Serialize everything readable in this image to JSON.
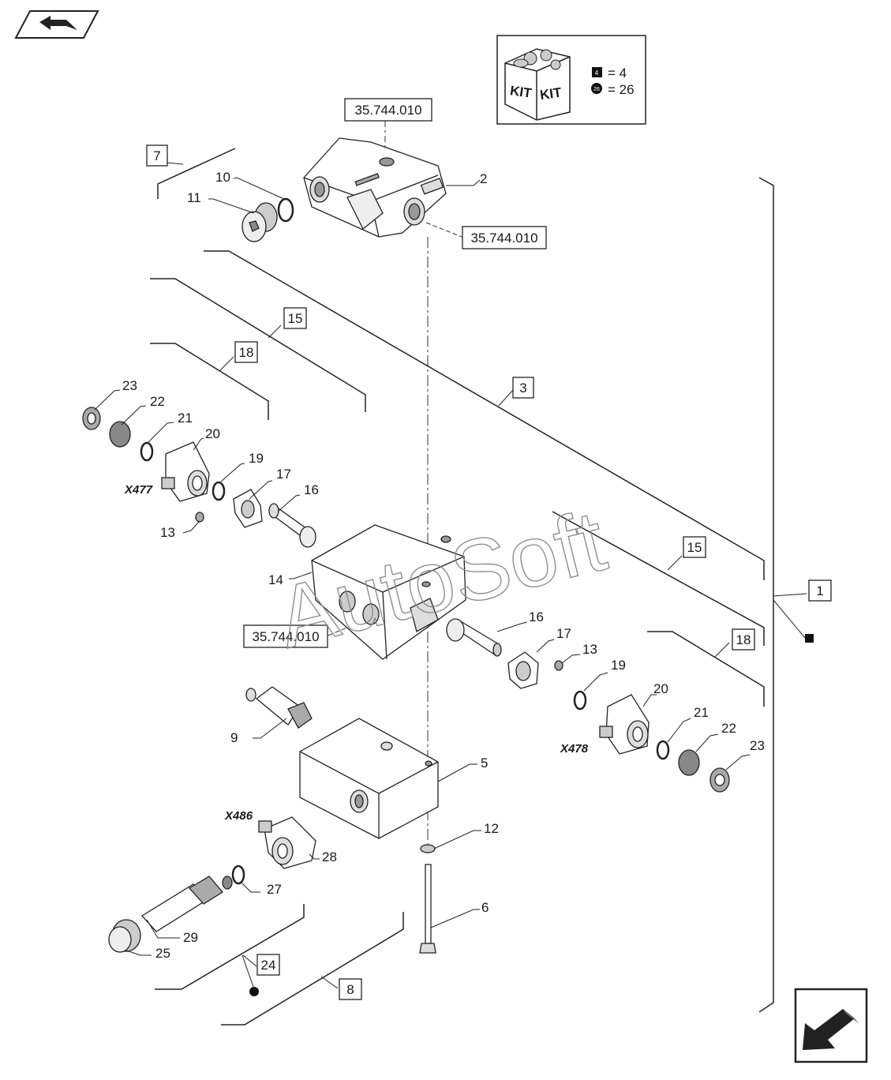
{
  "nav": {
    "prev_icon": "back-arrow-icon",
    "next_icon": "forward-arrow-icon"
  },
  "kit_legend": {
    "box_label_1": "KIT",
    "box_label_2": "KIT",
    "square_value": "= 4",
    "circle_value": "= 26",
    "square_mark": "4",
    "circle_mark": "26"
  },
  "references": {
    "top": "35.744.010",
    "right": "35.744.010",
    "mid": "35.744.010"
  },
  "group_boxes": {
    "b1": "1",
    "b3": "3",
    "b7": "7",
    "b8": "8",
    "b15a": "15",
    "b15b": "15",
    "b18a": "18",
    "b18b": "18",
    "b24": "24"
  },
  "callouts": {
    "c2": "2",
    "c5": "5",
    "c6": "6",
    "c9": "9",
    "c10": "10",
    "c11": "11",
    "c12": "12",
    "c13a": "13",
    "c13b": "13",
    "c14": "14",
    "c16a": "16",
    "c16b": "16",
    "c17a": "17",
    "c17b": "17",
    "c19a": "19",
    "c19b": "19",
    "c20a": "20",
    "c20b": "20",
    "c21a": "21",
    "c21b": "21",
    "c22a": "22",
    "c22b": "22",
    "c23a": "23",
    "c23b": "23",
    "c25": "25",
    "c27": "27",
    "c28": "28",
    "c29": "29"
  },
  "connectors": {
    "x477": "X477",
    "x478": "X478",
    "x486": "X486"
  },
  "watermark": "AutoSoft"
}
